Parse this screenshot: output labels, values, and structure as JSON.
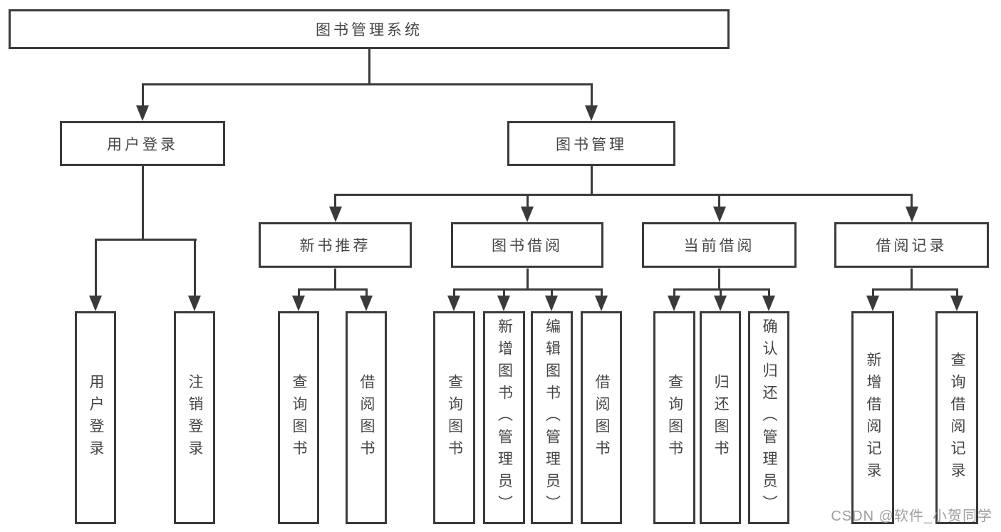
{
  "tree": {
    "root": "图书管理系统",
    "children": [
      {
        "label": "用户登录",
        "children": [
          "用户登录",
          "注销登录"
        ]
      },
      {
        "label": "图书管理",
        "children": [
          {
            "label": "新书推荐",
            "children": [
              "查询图书",
              "借阅图书"
            ]
          },
          {
            "label": "图书借阅",
            "children": [
              "查询图书",
              "新增图书（管理员）",
              "编辑图书（管理员）",
              "借阅图书"
            ]
          },
          {
            "label": "当前借阅",
            "children": [
              "查询图书",
              "归还图书",
              "确认归还（管理员）"
            ]
          },
          {
            "label": "借阅记录",
            "children": [
              "新增借阅记录",
              "查询借阅记录"
            ]
          }
        ]
      }
    ]
  },
  "watermark": {
    "text": "CSDN @软件_小贺同学"
  },
  "colors": {
    "line": "#3a3a3a",
    "node_text": "#454545",
    "node_background": "#ffffff",
    "watermark": "#9e9e9e",
    "page_background": "#ffffff"
  }
}
